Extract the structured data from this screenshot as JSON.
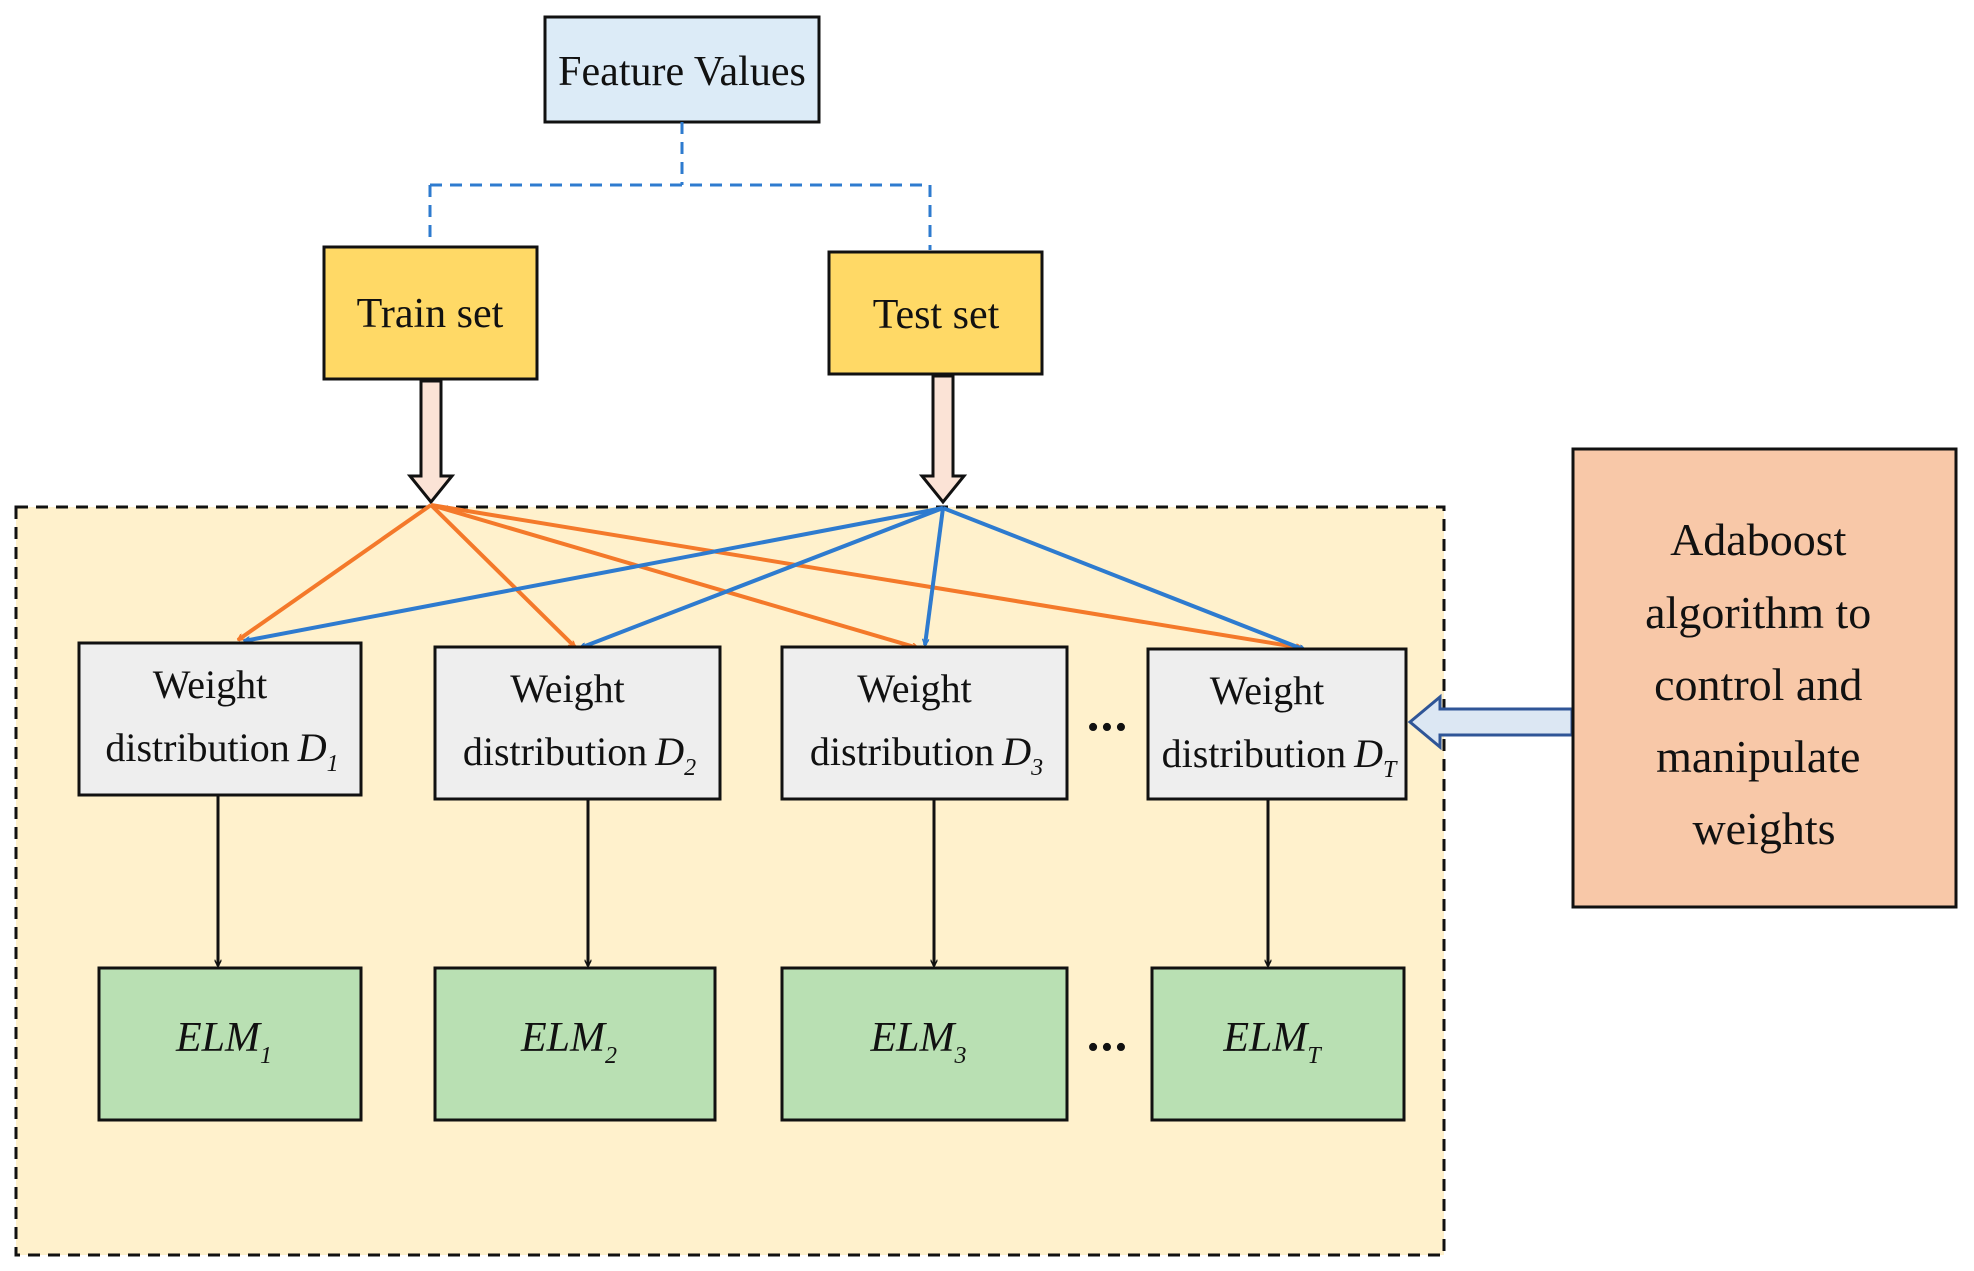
{
  "colors": {
    "feature_fill": "#dcebf7",
    "set_fill": "#ffd966",
    "region_fill": "#fff1cc",
    "weight_fill": "#eeeeee",
    "elm_fill": "#b9e0b3",
    "adaboost_fill": "#f8c8a8",
    "train_edge": "#f4792a",
    "test_edge": "#2e7bcf",
    "dashed_link": "#2e7bcf",
    "hollow_arrow_fill": "#fbe3d6",
    "side_arrow_fill": "#dce7f3",
    "side_arrow_stroke": "#2f5597"
  },
  "nodes": {
    "feature_values": "Feature Values",
    "train_set": "Train set",
    "test_set": "Test set",
    "adaboost": [
      "Adaboost",
      "algorithm to",
      "control and",
      "manipulate",
      "weights"
    ]
  },
  "weight_boxes": [
    {
      "line1": "Weight",
      "line2": "distribution",
      "symbol": "D",
      "sub": "1"
    },
    {
      "line1": "Weight",
      "line2": "distribution",
      "symbol": "D",
      "sub": "2"
    },
    {
      "line1": "Weight",
      "line2": "distribution",
      "symbol": "D",
      "sub": "3"
    },
    {
      "line1": "Weight",
      "line2": "distribution",
      "symbol": "D",
      "sub": "T"
    }
  ],
  "elm_boxes": [
    {
      "label": "ELM",
      "sub": "1"
    },
    {
      "label": "ELM",
      "sub": "2"
    },
    {
      "label": "ELM",
      "sub": "3"
    },
    {
      "label": "ELM",
      "sub": "T"
    }
  ],
  "ellipsis": "•••"
}
